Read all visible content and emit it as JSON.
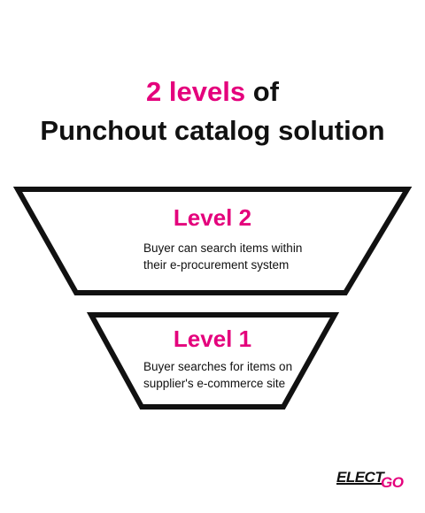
{
  "title": {
    "accent": "2 levels",
    "rest_line1": " of",
    "line2": "Punchout catalog solution"
  },
  "levels": [
    {
      "label": "Level 2",
      "description_line1": "Buyer can search items within",
      "description_line2": "their e-procurement system"
    },
    {
      "label": "Level 1",
      "description_line1": "Buyer searches for items on",
      "description_line2": "supplier's e-commerce site"
    }
  ],
  "logo": {
    "word1": "ELECT",
    "word2": "GO"
  },
  "colors": {
    "accent": "#e4007c",
    "text": "#111111",
    "stroke": "#111111"
  }
}
